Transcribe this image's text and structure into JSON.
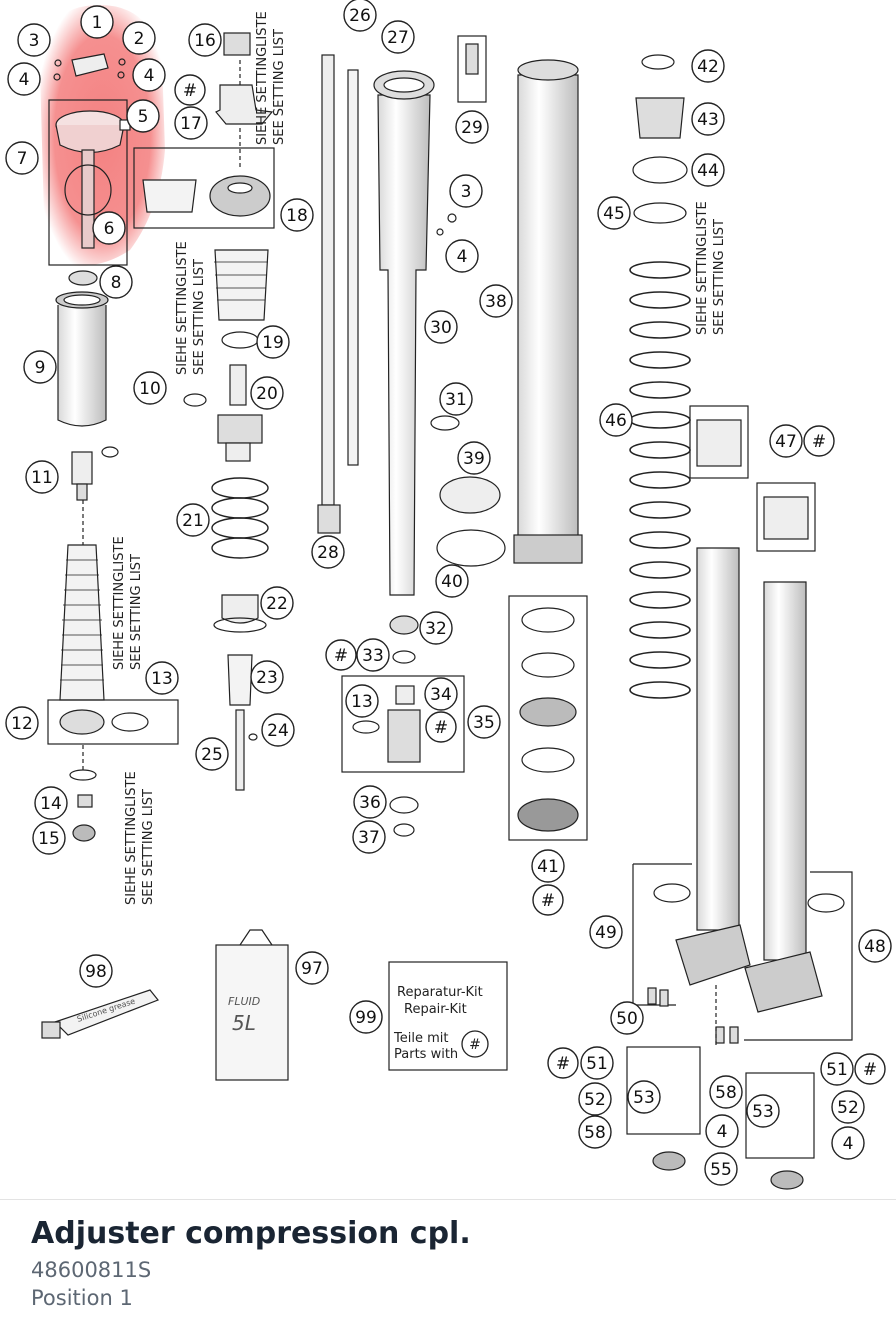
{
  "labels": [
    "1",
    "2",
    "3",
    "4",
    "4",
    "5",
    "6",
    "7",
    "8",
    "9",
    "10",
    "11",
    "12",
    "13",
    "14",
    "15",
    "16",
    "#",
    "17",
    "18",
    "19",
    "20",
    "21",
    "22",
    "23",
    "24",
    "25",
    "26",
    "27",
    "28",
    "29",
    "30",
    "3",
    "4",
    "31",
    "38",
    "39",
    "40",
    "32",
    "#",
    "33",
    "13",
    "34",
    "#",
    "35",
    "36",
    "37",
    "41",
    "#",
    "42",
    "43",
    "44",
    "45",
    "46",
    "47",
    "#",
    "49",
    "48",
    "50",
    "#",
    "51",
    "52",
    "53",
    "58",
    "4",
    "55",
    "58",
    "51",
    "#",
    "52",
    "53",
    "4",
    "98",
    "97",
    "99"
  ],
  "setting_list": {
    "de": "SIEHE SETTINGLISTE",
    "en": "SEE SETTING LIST"
  },
  "repair_kit": {
    "line1": "Reparatur-Kit",
    "line2": "Repair-Kit",
    "line3": "Teile mit",
    "line4": "Parts with",
    "mark": "#"
  },
  "can_text": {
    "brand": "FLUID",
    "volume": "5L"
  },
  "tube_text": "Silicone grease",
  "highlight_color": "#f26b6b",
  "product": {
    "title": "Adjuster compression cpl.",
    "part_number": "48600811S",
    "position": "Position 1"
  }
}
